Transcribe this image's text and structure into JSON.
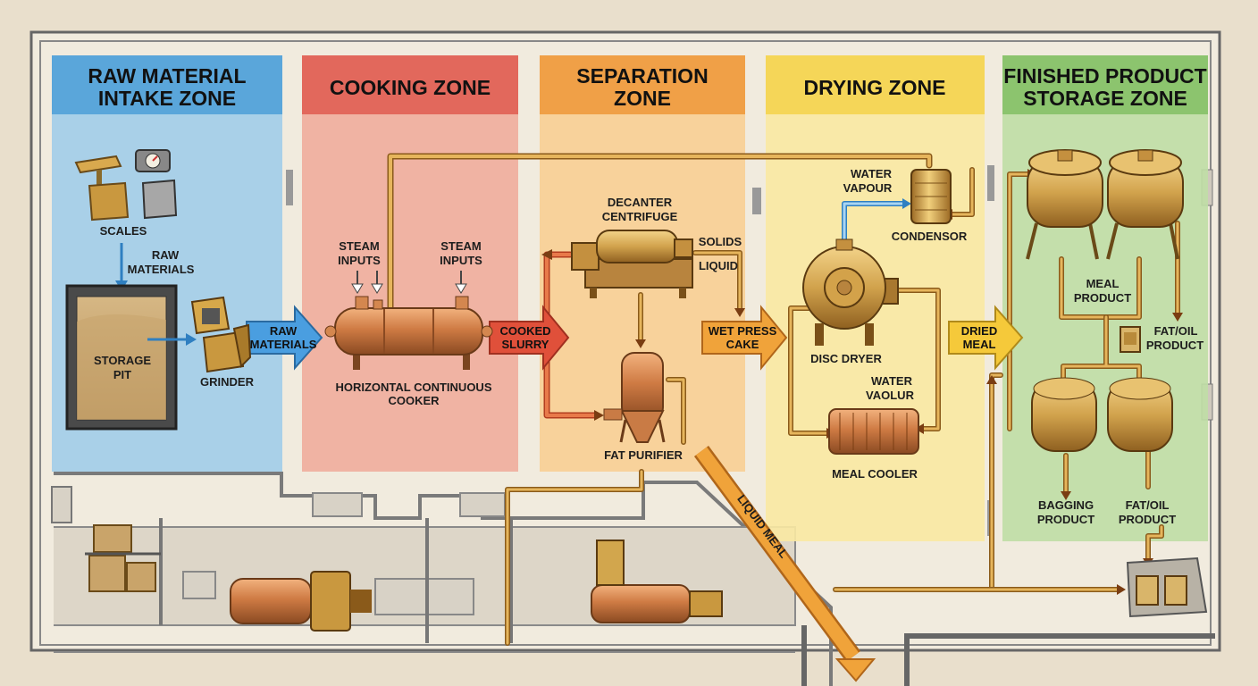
{
  "zones": {
    "raw": {
      "title_line1": "RAW MATERIAL",
      "title_line2": "INTAKE ZONE",
      "color": "#5aa6da"
    },
    "cooking": {
      "title": "COOKING ZONE",
      "color": "#e2685c"
    },
    "separation": {
      "title_line1": "SEPARATION",
      "title_line2": "ZONE",
      "color": "#f0a047"
    },
    "drying": {
      "title": "DRYING ZONE",
      "color": "#f5d658"
    },
    "storage": {
      "title_line1": "FINISHED PRODUCT",
      "title_line2": "STORAGE ZONE",
      "color": "#8cc46e"
    }
  },
  "labels": {
    "scales": "SCALES",
    "raw_materials_1": "RAW",
    "raw_materials_2": "MATERIALS",
    "storage_pit_1": "STORAGE",
    "storage_pit_2": "PIT",
    "grinder": "GRINDER",
    "steam_inputs_left_1": "STEAM",
    "steam_inputs_left_2": "INPUTS",
    "steam_inputs_right_1": "STEAM",
    "steam_inputs_right_2": "INPUTS",
    "cooker_1": "HORIZONTAL CONTINUOUS",
    "cooker_2": "COOKER",
    "decanter_1": "DECANTER",
    "decanter_2": "CENTRIFUGE",
    "solids": "SOLIDS",
    "liquid": "LIQUID",
    "fat_purifier": "FAT PURIFIER",
    "water_vapour_1": "WATER",
    "water_vapour_2": "VAPOUR",
    "condensor": "CONDENSOR",
    "disc_dryer": "DISC DRYER",
    "water_vaolur_1": "WATER",
    "water_vaolur_2": "VAOLUR",
    "meal_cooler": "MEAL COOLER",
    "meal_product_1": "MEAL",
    "meal_product_2": "PRODUCT",
    "fat_oil_product_top_1": "FAT/OIL",
    "fat_oil_product_top_2": "PRODUCT",
    "bagging_product_1": "BAGGING",
    "bagging_product_2": "PRODUCT",
    "fat_oil_product_bottom_1": "FAT/OIL",
    "fat_oil_product_bottom_2": "PRODUCT",
    "liquid_meal": "LIQUID MEAL"
  },
  "arrows": {
    "raw_materials_1": "RAW",
    "raw_materials_2": "MATERIALS",
    "cooked_slurry_1": "COOKED",
    "cooked_slurry_2": "SLURRY",
    "wet_press_cake_1": "WET PRESS",
    "wet_press_cake_2": "CAKE",
    "dried_meal_1": "DRIED",
    "dried_meal_2": "MEAL"
  },
  "colors": {
    "pipe": "#e6a84a",
    "copper": "#c97b45",
    "brass": "#d2a64d",
    "arrow_blue": "#4a9ee0",
    "arrow_red": "#e0503a",
    "arrow_orange": "#f0a33a",
    "arrow_yellow": "#f5c93a"
  }
}
